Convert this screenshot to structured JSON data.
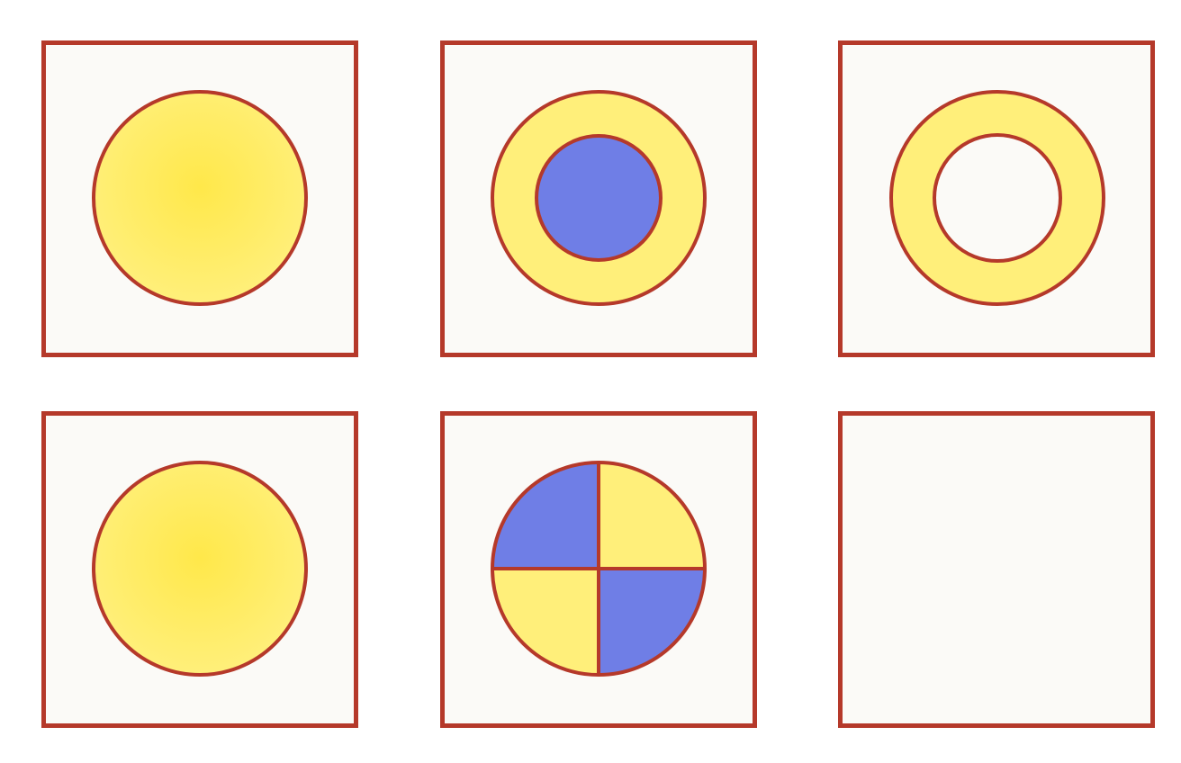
{
  "colors": {
    "border": "#b5392a",
    "panel_fill": "#fbfaf7",
    "yellow": "#ffef7a",
    "yellow_center": "#ffe84a",
    "blue": "#6f7ee6",
    "hole": "#fbfaf7"
  },
  "panels": [
    {
      "id": "panel-1",
      "content": "solid-yellow-circle"
    },
    {
      "id": "panel-2",
      "content": "yellow-ring-with-blue-center"
    },
    {
      "id": "panel-3",
      "content": "yellow-ring-with-empty-center"
    },
    {
      "id": "panel-4",
      "content": "solid-yellow-circle"
    },
    {
      "id": "panel-5",
      "content": "quartered-circle-blue-yellow"
    },
    {
      "id": "panel-6",
      "content": "empty"
    }
  ]
}
